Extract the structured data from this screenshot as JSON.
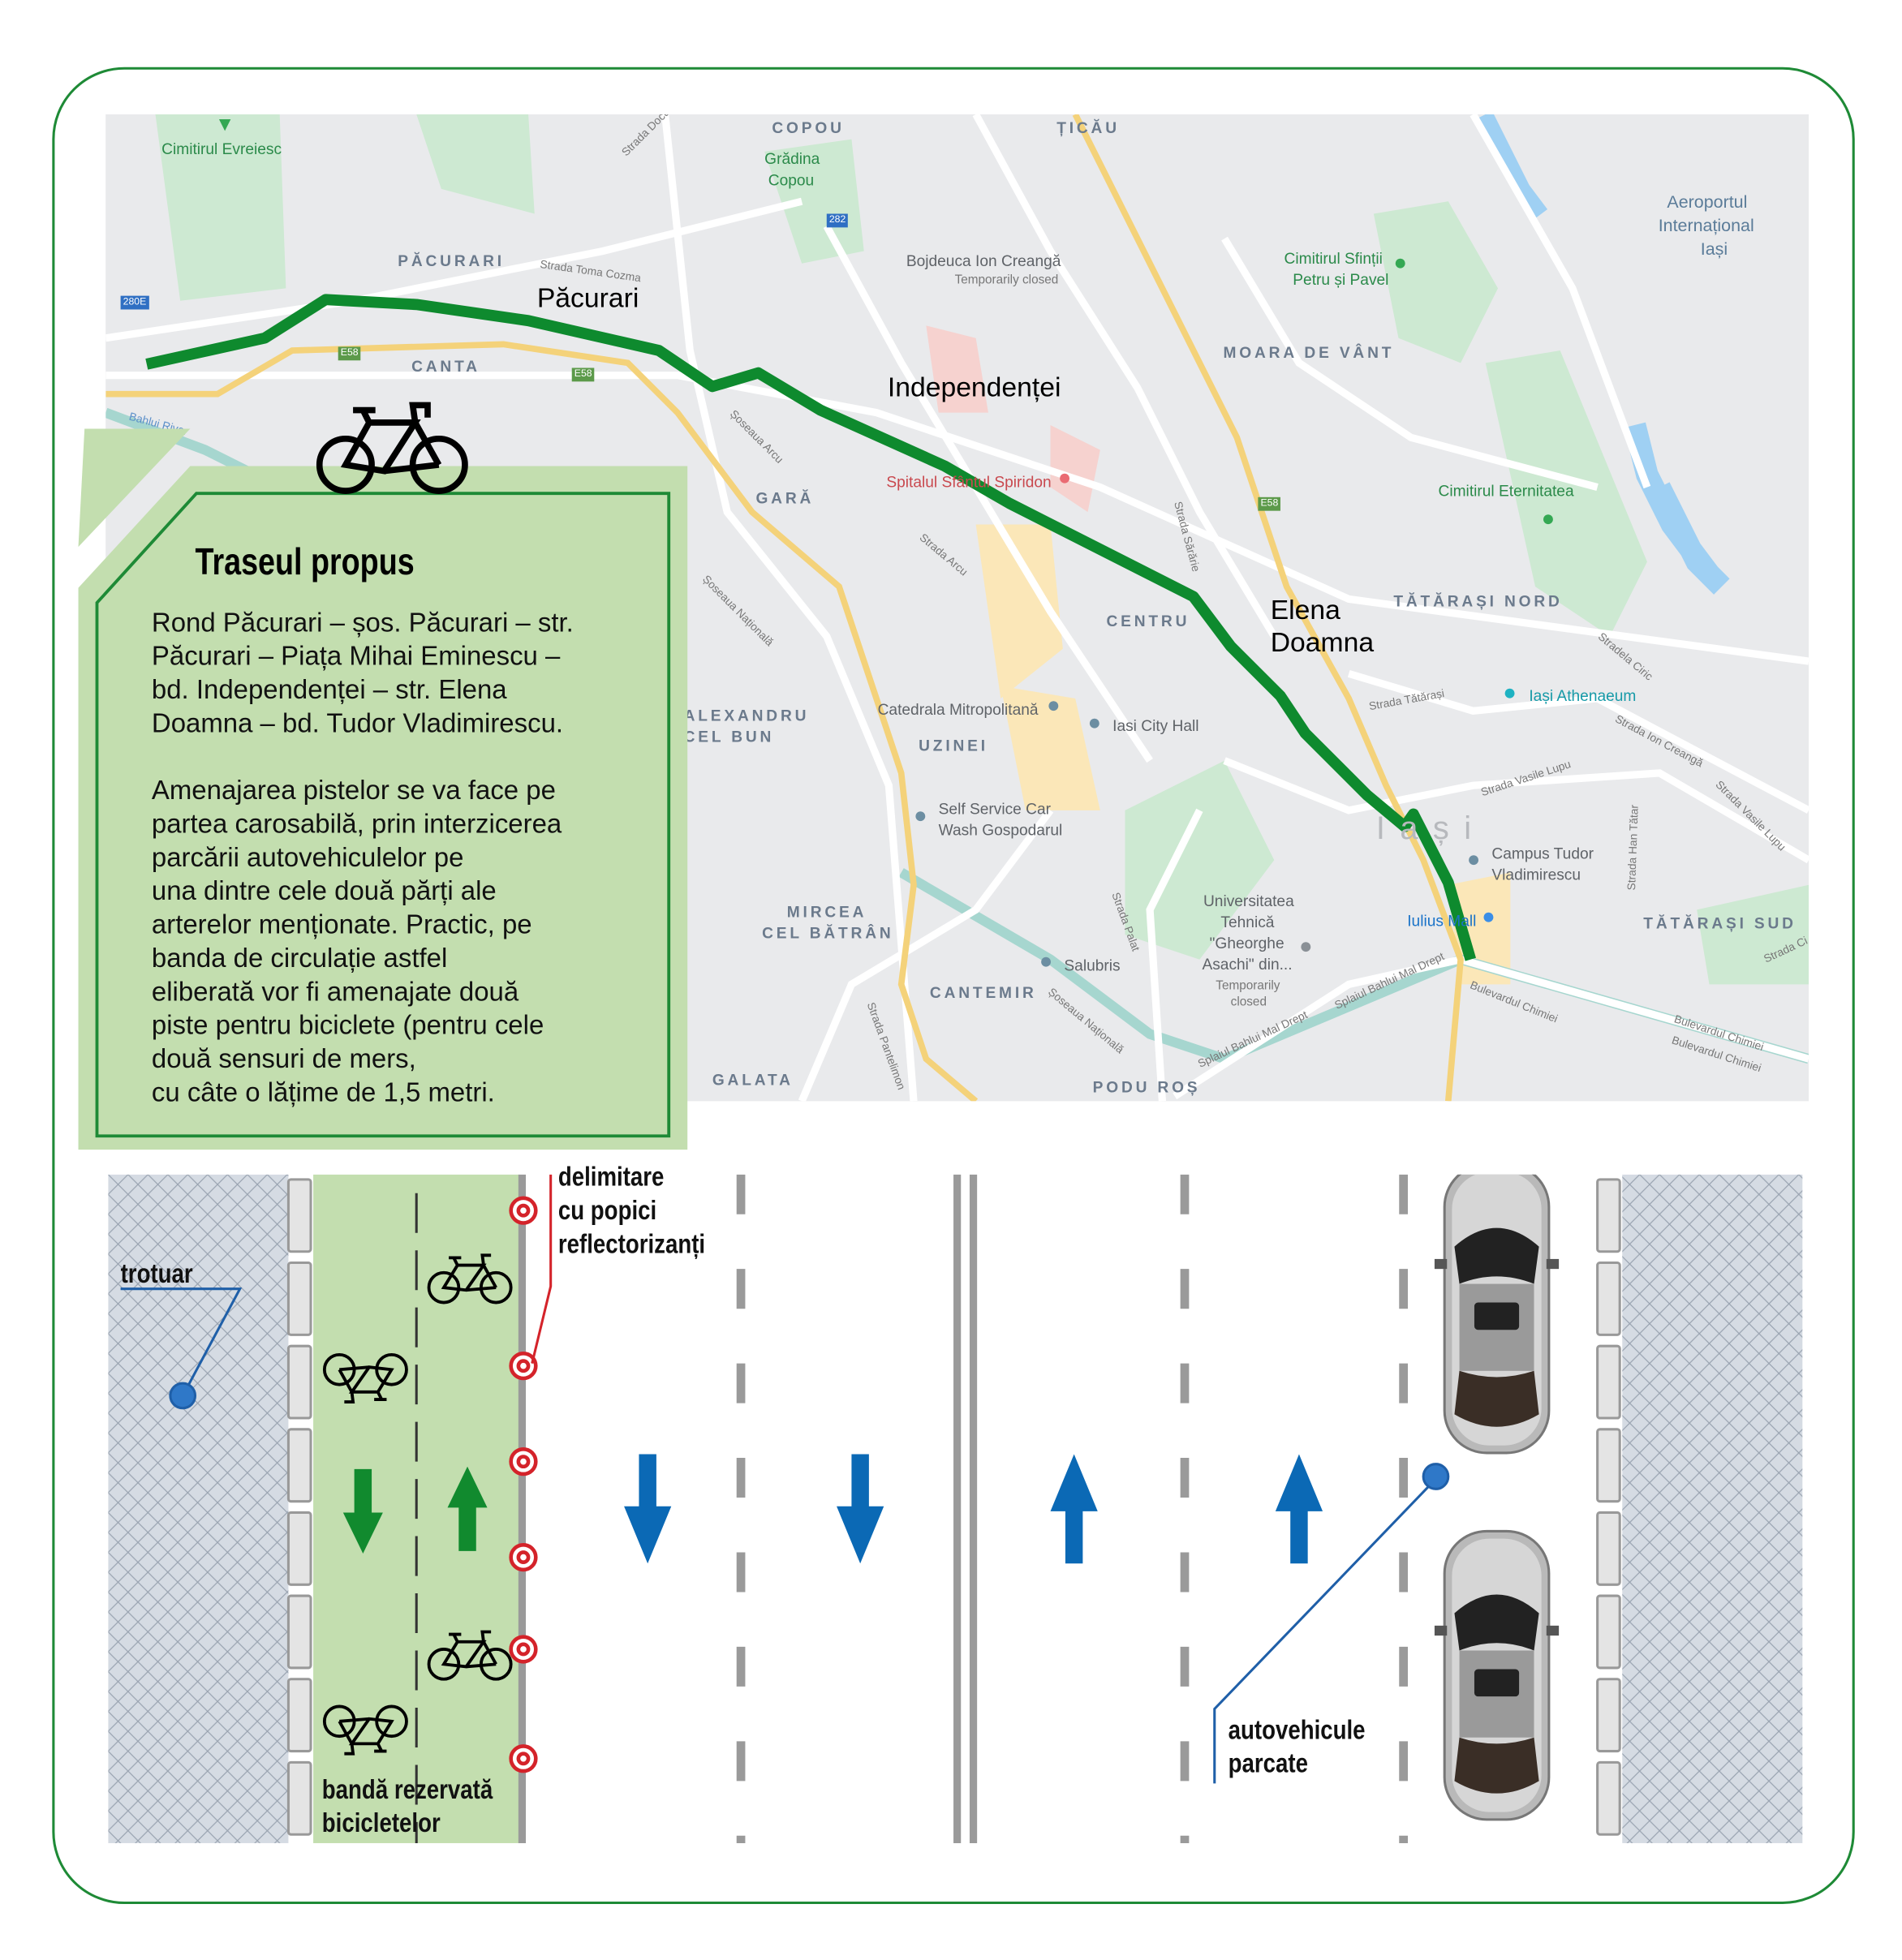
{
  "map": {
    "districts": [
      "COPOU",
      "ȚICĂU",
      "PĂCURARI",
      "CANTA",
      "GARĂ",
      "MOARA DE VÂNT",
      "CENTRU",
      "TĂTĂRAȘI NORD",
      "UZINEI",
      "ALEXANDRU",
      "CEL BUN",
      "MIRCEA",
      "CEL BĂTRÂN",
      "CANTEMIR",
      "GALATA",
      "PODU ROȘ",
      "TĂTĂRAȘI SUD",
      "Iași"
    ],
    "pois": [
      "Cimitirul Evreiesc",
      "Grădina",
      "Copou",
      "Bojdeuca Ion Creangă",
      "Temporarily closed",
      "Cimitirul Sfinții",
      "Petru și Pavel",
      "Aeroportul",
      "Internațional",
      "Iași",
      "Spitalul Sfântul Spiridon",
      "Cimitirul Eternitatea",
      "Iași Athenaeum",
      "Catedrala Mitropolitană",
      "Iasi City Hall",
      "Self Service Car",
      "Wash Gospodarul",
      "Campus Tudor",
      "Vladimirescu",
      "Universitatea",
      "Tehnică",
      "\"Gheorghe",
      "Asachi\" din...",
      "Temporarily",
      "closed",
      "Iulius Mall",
      "Salubris"
    ],
    "streets": [
      "Strada Toma Cozma",
      "Strada Docu",
      "Șoseaua Arcu",
      "Strada Arcu",
      "Șoseaua Națională",
      "Strada Sărărie",
      "Strada Tătărași",
      "Stradela Ciric",
      "Strada Ion Creangă",
      "Strada Vasile Lupu",
      "Strada Vasile Lupu",
      "Strada Han Tătar",
      "Strada Palat",
      "Strada Pantelimon",
      "Splaiul Bahlui Mal Drept",
      "Splaiul Bahlui Mal Drept",
      "Bulevardul Chimiei",
      "Bulevardul Chimiei",
      "Bulevardul Chimiei",
      "Șoseaua Națională",
      "Bahlui River",
      "Strada Ci"
    ],
    "road_shields": [
      "280E",
      "282",
      "E58",
      "E58",
      "E58"
    ],
    "route_labels": [
      "Păcurari",
      "Independenței",
      "Elena",
      "Doamna"
    ],
    "route_color": "#0e8a2e"
  },
  "info": {
    "title": "Traseul propus",
    "route_lines": [
      "Rond Păcurari – șos. Păcurari – str.",
      "Păcurari – Piața Mihai Eminescu –",
      "bd. Independenței – str. Elena",
      "Doamna – bd. Tudor Vladimirescu."
    ],
    "desc_lines": [
      "Amenajarea pistelor se va face pe",
      "partea carosabilă, prin interzicerea",
      "parcării autovehiculelor pe",
      "una dintre cele două părți ale",
      "arterelor menționate. Practic, pe",
      "banda de circulație astfel",
      "eliberată vor fi amenajate două",
      "piste pentru biciclete (pentru cele",
      "două sensuri de mers,",
      "cu câte o lățime de 1,5 metri."
    ],
    "bg_color": "#c3deaf"
  },
  "diagram": {
    "sidewalk_label": "trotuar",
    "bollards_label": [
      "delimitare",
      "cu popici",
      "reflectorizanți"
    ],
    "bike_lane_label": [
      "bandă rezervată",
      "bicicletelor"
    ],
    "parked_label": [
      "autovehicule",
      "parcate"
    ],
    "arrow_green": "#118a2e",
    "arrow_blue": "#0b69b5"
  }
}
